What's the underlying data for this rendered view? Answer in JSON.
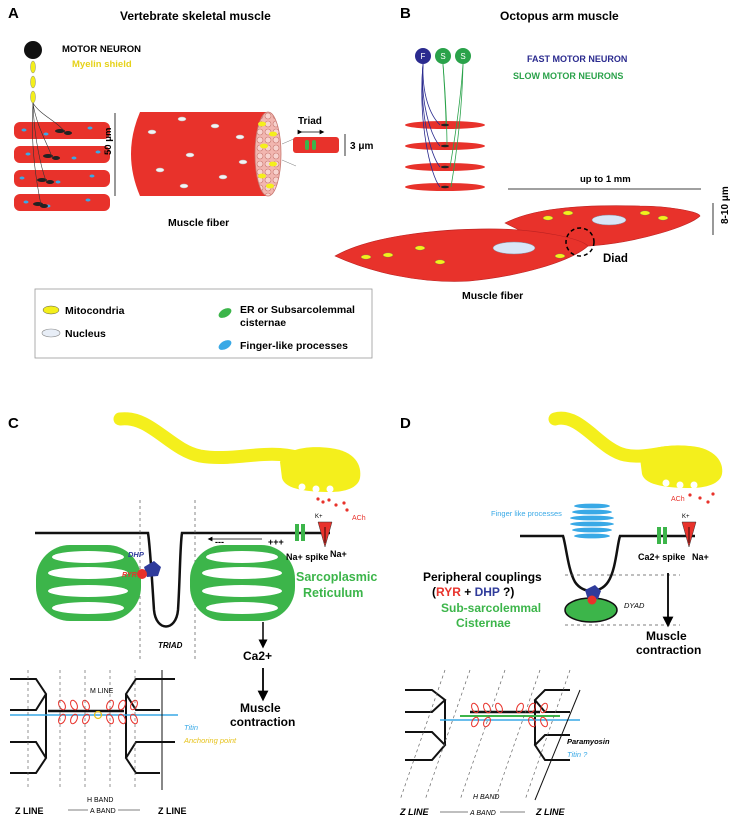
{
  "colors": {
    "muscle_red": "#e8322b",
    "er_green": "#3cb54a",
    "neuron_yellow": "#f4ef1c",
    "dhp_blue": "#2f3b9b",
    "ryr_red": "#e8322b",
    "fast_blue": "#2b2b8f",
    "slow_green": "#2aa24a",
    "finger_blue": "#39a9e6",
    "titin_blue": "#39a9e6",
    "anchor_yellow": "#e6c21a"
  },
  "panelA": {
    "letter": "A",
    "title": "Vertebrate skeletal muscle",
    "motor_neuron": "MOTOR NEURON",
    "myelin": "Myelin shield",
    "triad": "Triad",
    "scale_3": "3 μm",
    "scale_50": "50 μm",
    "fiber": "Muscle fiber"
  },
  "panelB": {
    "letter": "B",
    "title": "Octopus arm muscle",
    "neurons": [
      "F",
      "S",
      "S"
    ],
    "fast": "FAST MOTOR NEURON",
    "slow": "SLOW MOTOR NEURONS",
    "upto": "up to 1 mm",
    "scale": "8-10 μm",
    "diad": "Diad",
    "fiber": "Muscle fiber"
  },
  "legend": {
    "mito": "Mitocondria",
    "nucleus": "Nucleus",
    "er1": "ER or Subsarcolemmal",
    "er2": "cisternae",
    "finger": "Finger-like processes"
  },
  "panelC": {
    "letter": "C",
    "plus": "+++",
    "minus": "---",
    "na_spike": "Na+ spike",
    "na_plus": "Na+",
    "k": "K+",
    "ach": "ACh",
    "dhp": "DHP",
    "ryr": "RYR",
    "sr1": "Sarcoplasmic",
    "sr2": "Reticulum",
    "triad": "TRIAD",
    "ca": "Ca2+",
    "mc1": "Muscle",
    "mc2": "contraction",
    "mline": "M LINE",
    "titin": "Titin",
    "anchor": "Anchoring point",
    "hband": "H BAND",
    "zline_l": "Z LINE",
    "aband": "A BAND",
    "zline_r": "Z LINE"
  },
  "panelD": {
    "letter": "D",
    "finger": "Finger like processes",
    "ach": "ACh",
    "k": "K+",
    "ca_spike": "Ca2+ spike",
    "na_plus": "Na+",
    "pc1": "Peripheral couplings",
    "pc_open": "(",
    "pc_ryr": "RYR",
    "pc_plus": " + ",
    "pc_dhp": "DHP",
    "pc_close": " ?)",
    "ssc1": "Sub-sarcolemmal",
    "ssc2": "Cisternae",
    "dyad": "DYAD",
    "mc1": "Muscle",
    "mc2": "contraction",
    "paramyosin": "Paramyosin",
    "titin": "Titin ?",
    "hband": "H BAND",
    "zline_l": "Z LINE",
    "aband": "A BAND",
    "zline_r": "Z LINE"
  }
}
